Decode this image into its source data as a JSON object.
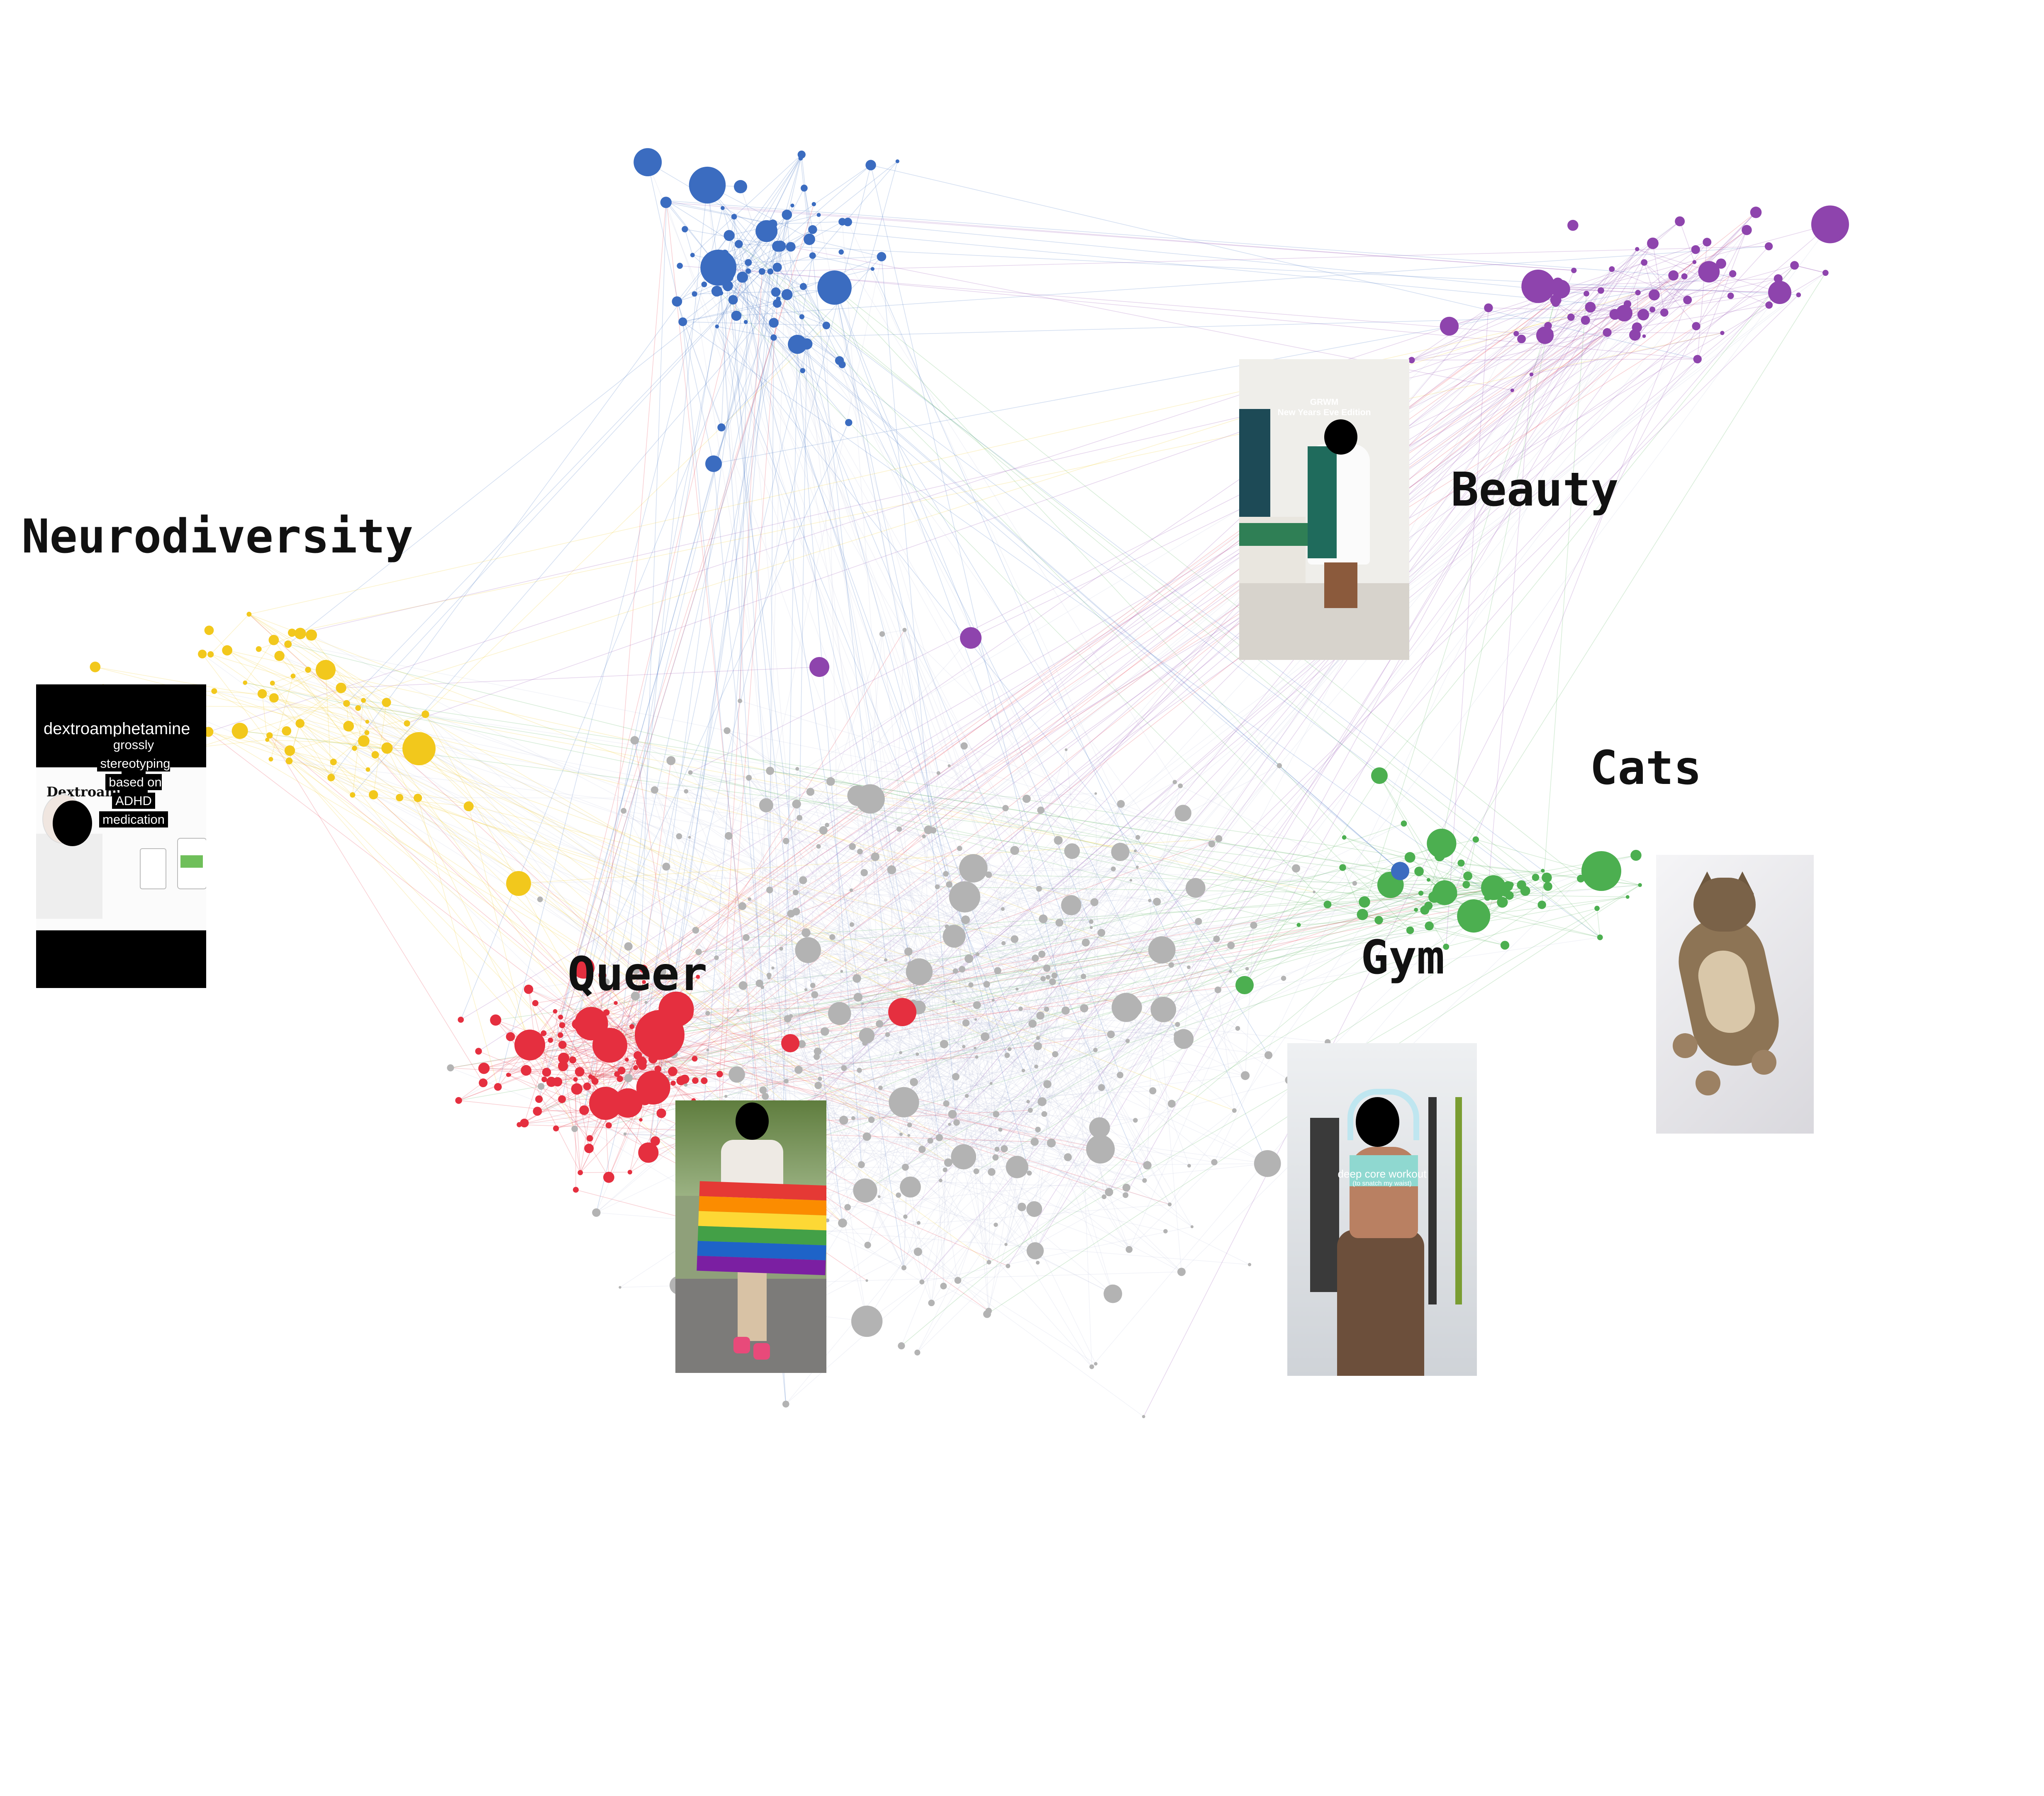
{
  "clusters": [
    {
      "id": "neuro",
      "label": "Neurodiversity",
      "color": "#f2c81c"
    },
    {
      "id": "beauty",
      "label": "Beauty",
      "color": "#8e44ad"
    },
    {
      "id": "cats",
      "label": "Cats",
      "color": "#4caf50"
    },
    {
      "id": "gym",
      "label": "Gym",
      "color": "#3b6cc0"
    },
    {
      "id": "queer",
      "label": "Queer",
      "color": "#e52f3f"
    }
  ],
  "neutral_color": "#b3b3b3",
  "labels": {
    "neurodiversity": "Neurodiversity",
    "beauty": "Beauty",
    "cats": "Cats",
    "gym": "Gym",
    "queer": "Queer"
  },
  "thumbnails": {
    "neurodiversity": {
      "caption_top": "dextroamphetamine",
      "caption_lines": [
        "grossly",
        "stereotyping you",
        "based on your",
        "ADHD",
        "medication"
      ],
      "label_text": "Dextroam        ne"
    },
    "beauty": {
      "caption_title": "GRWM",
      "caption_sub": "New Years Eve Edition"
    },
    "gym": {
      "caption_title": "deep core workout",
      "caption_sub": "(to snatch my waist)"
    },
    "cats": {},
    "queer": {}
  }
}
